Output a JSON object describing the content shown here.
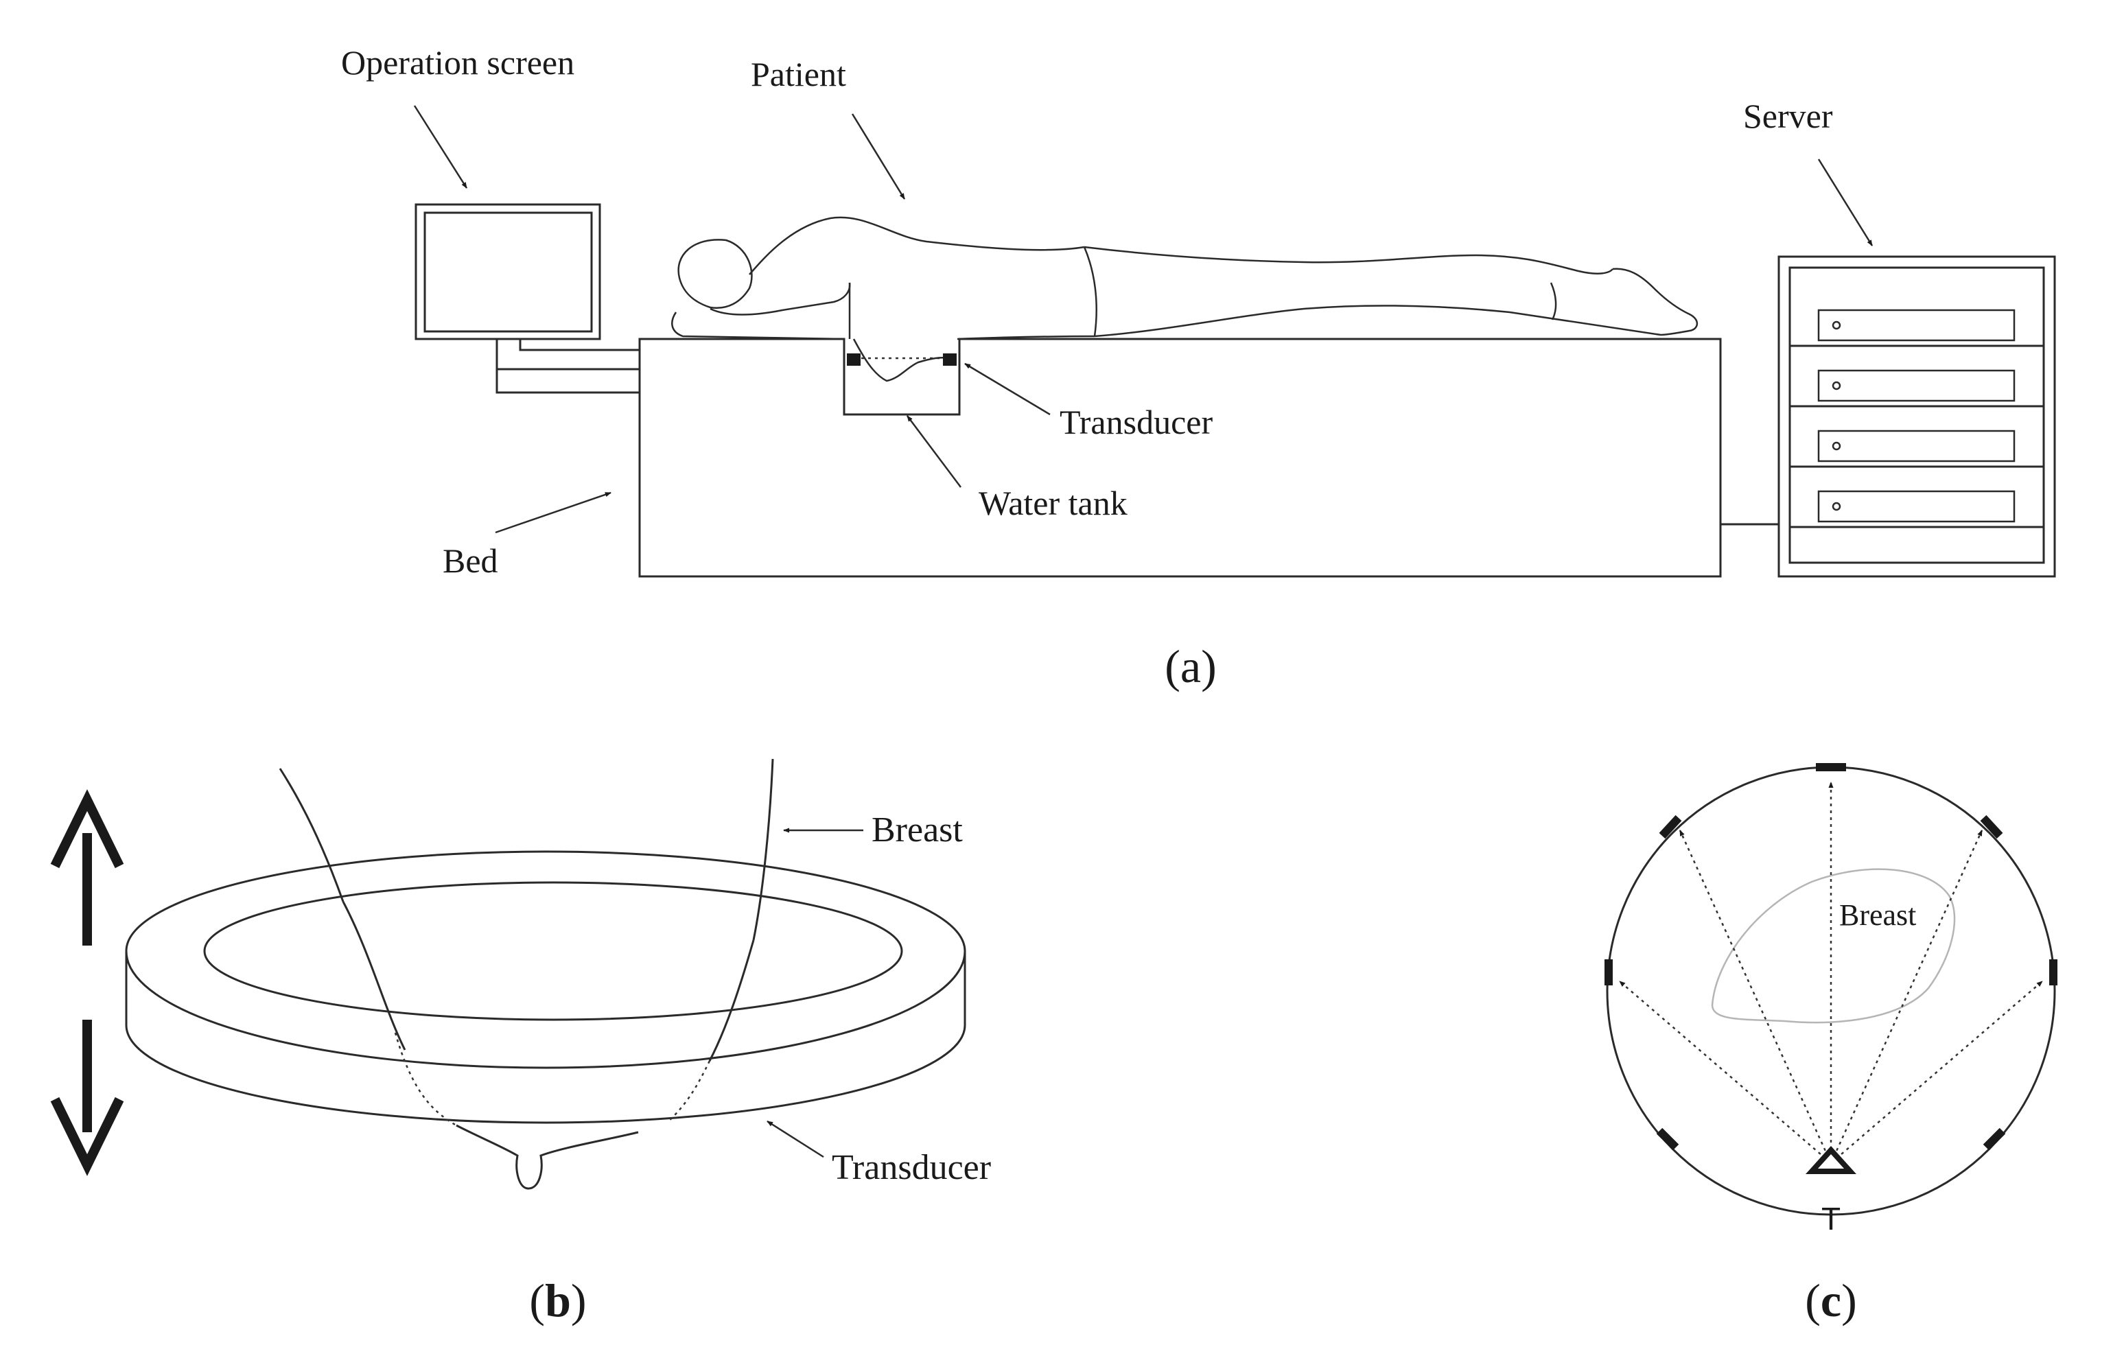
{
  "panels": {
    "a": {
      "caption": "(a)",
      "labels": {
        "operation_screen": "Operation screen",
        "patient": "Patient",
        "server": "Server",
        "transducer": "Transducer",
        "water_tank": "Water tank",
        "bed": "Bed"
      }
    },
    "b": {
      "caption_open": "(",
      "caption_letter": "b",
      "caption_close": ")",
      "labels": {
        "breast": "Breast",
        "transducer": "Transducer"
      }
    },
    "c": {
      "caption_open": "(",
      "caption_letter": "c",
      "caption_close": ")",
      "labels": {
        "breast": "Breast",
        "t": "T"
      }
    }
  }
}
